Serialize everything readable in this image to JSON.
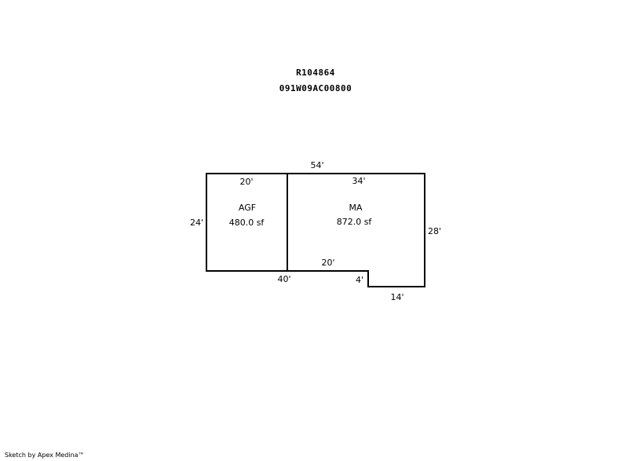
{
  "header": {
    "parcel_id": "R104864",
    "map_number": "091W09AC00800"
  },
  "areas": [
    {
      "code": "AGF",
      "area": "480.0 sf"
    },
    {
      "code": "MA",
      "area": "872.0 sf"
    }
  ],
  "dimensions": {
    "top_total": "54'",
    "agf_top": "20'",
    "ma_top": "34'",
    "left_side": "24'",
    "right_side": "28'",
    "bottom_left": "40'",
    "inner_step": "20'",
    "step_height": "4'",
    "bottom_right": "14'"
  },
  "footer": {
    "credit": "Sketch by Apex Medina™"
  }
}
